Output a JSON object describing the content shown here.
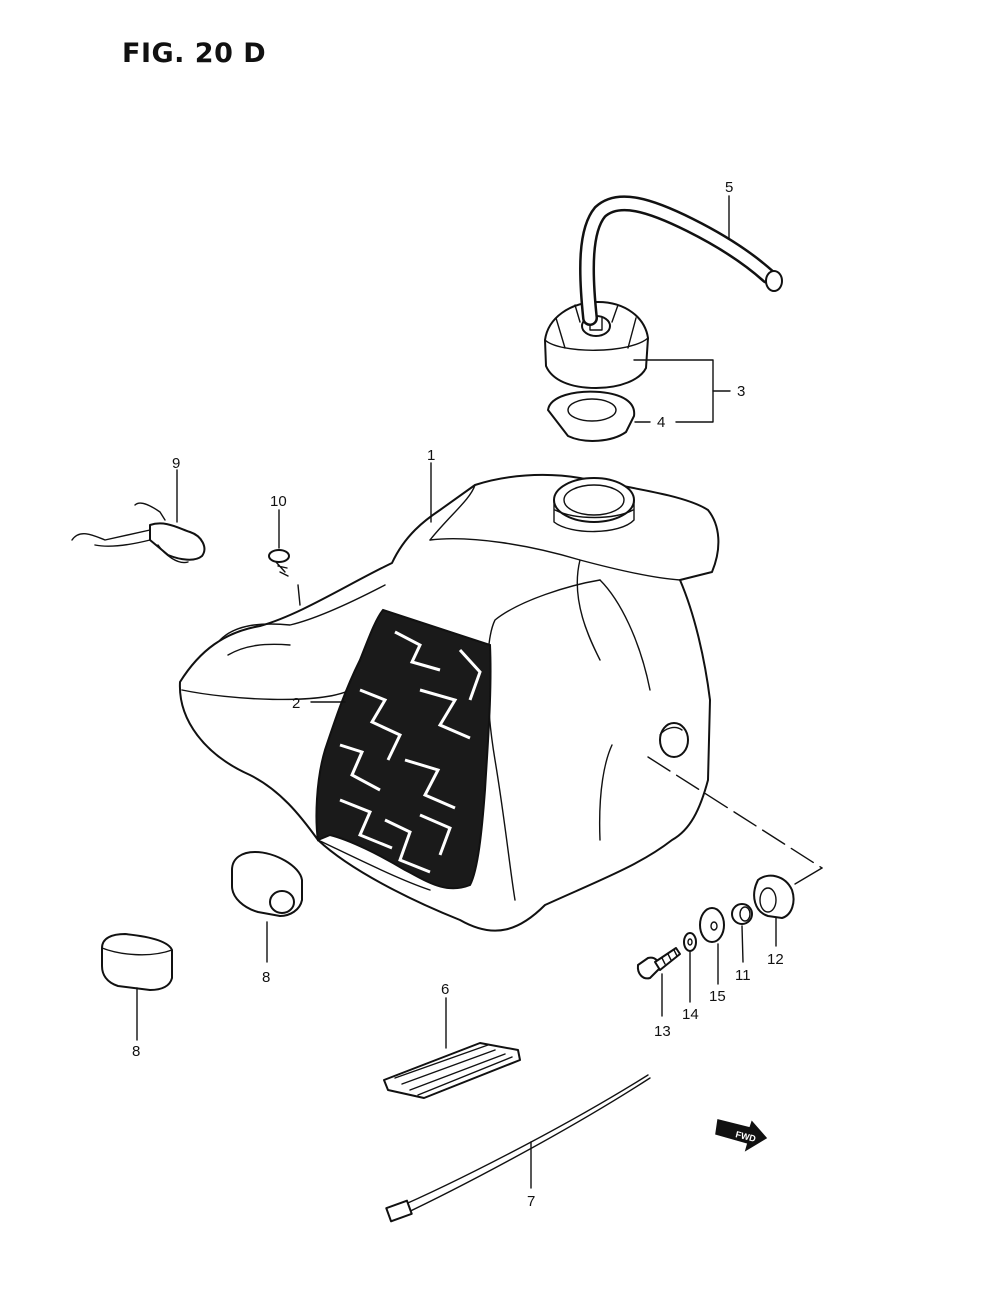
{
  "figure": {
    "title": "FIG. 20 D"
  },
  "callouts": [
    {
      "id": "1",
      "label": "1"
    },
    {
      "id": "2",
      "label": "2"
    },
    {
      "id": "3",
      "label": "3"
    },
    {
      "id": "4",
      "label": "4"
    },
    {
      "id": "5",
      "label": "5"
    },
    {
      "id": "6",
      "label": "6"
    },
    {
      "id": "7",
      "label": "7"
    },
    {
      "id": "8a",
      "label": "8"
    },
    {
      "id": "8b",
      "label": "8"
    },
    {
      "id": "9",
      "label": "9"
    },
    {
      "id": "10",
      "label": "10"
    },
    {
      "id": "11",
      "label": "11"
    },
    {
      "id": "12",
      "label": "12"
    },
    {
      "id": "13",
      "label": "13"
    },
    {
      "id": "14",
      "label": "14"
    },
    {
      "id": "15",
      "label": "15"
    }
  ],
  "fwd_arrow": {
    "label": "FWD"
  }
}
